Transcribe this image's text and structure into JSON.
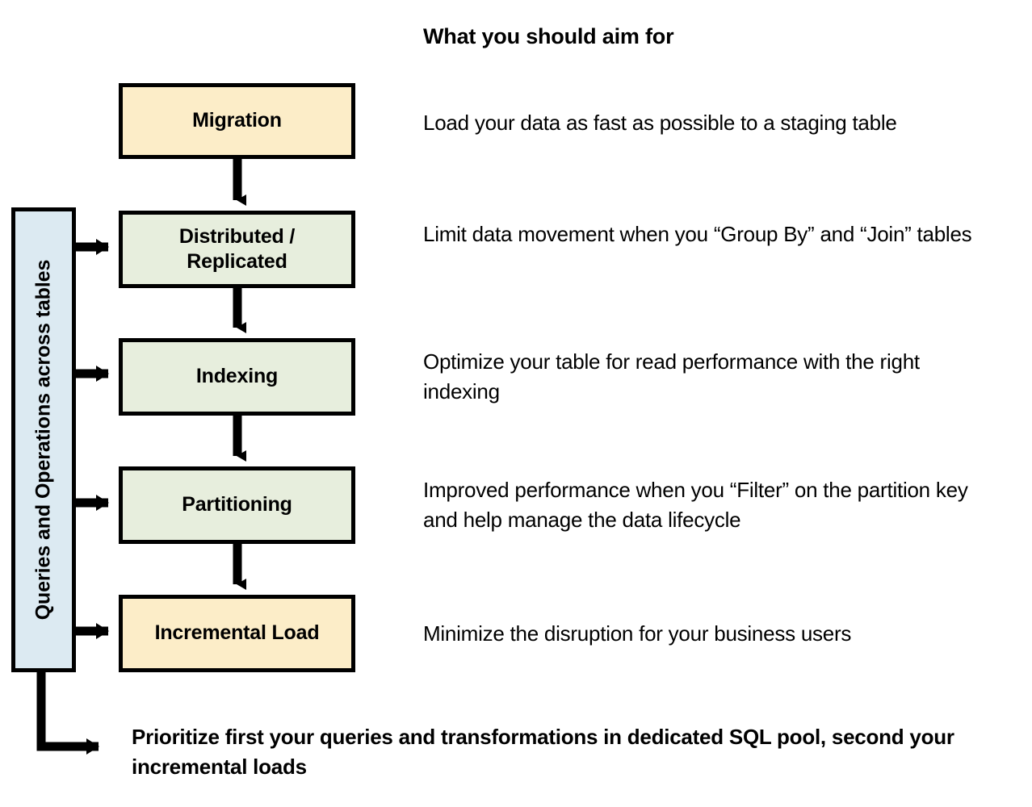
{
  "heading": "What you should aim for",
  "side_rail": {
    "label": "Queries and Operations across tables",
    "color": "#DCEAF2"
  },
  "colors": {
    "cream_box": "#FCEDC8",
    "green_box": "#E7EEDD",
    "rail_blue": "#DCEAF2",
    "outline": "#000000",
    "background": "#FFFFFF"
  },
  "stages": [
    {
      "id": "migration",
      "label": "Migration",
      "fill": "#FCEDC8",
      "description": "Load your data as fast as possible to a staging table",
      "fed_by_rail": false
    },
    {
      "id": "distributed-replicated",
      "label": "Distributed /\nReplicated",
      "label_line1": "Distributed /",
      "label_line2": "Replicated",
      "fill": "#E7EEDD",
      "description": "Limit data movement when you “Group By” and “Join” tables",
      "fed_by_rail": true
    },
    {
      "id": "indexing",
      "label": "Indexing",
      "fill": "#E7EEDD",
      "description": "Optimize your table for read performance with the right indexing",
      "fed_by_rail": true
    },
    {
      "id": "partitioning",
      "label": "Partitioning",
      "fill": "#E7EEDD",
      "description": "Improved performance when you “Filter” on the partition key and help manage the data lifecycle",
      "fed_by_rail": true
    },
    {
      "id": "incremental-load",
      "label": "Incremental Load",
      "fill": "#FCEDC8",
      "description": "Minimize the disruption for your business users",
      "fed_by_rail": true
    }
  ],
  "footer_note": "Prioritize first your queries and transformations in dedicated SQL pool, second your incremental loads"
}
